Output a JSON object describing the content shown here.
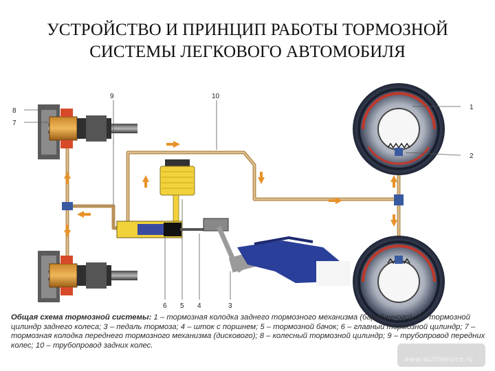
{
  "title": {
    "line1": "УСТРОЙСТВО И ПРИНЦИП РАБОТЫ ТОРМОЗНОЙ",
    "line2": "СИСТЕМЫ ЛЕГКОВОГО АВТОМОБИЛЯ"
  },
  "callouts": {
    "n1": "1",
    "n2": "2",
    "n3": "3",
    "n4": "4",
    "n5": "5",
    "n6": "6",
    "n7": "7",
    "n8": "8",
    "n9": "9",
    "n10": "10"
  },
  "caption": {
    "heading": "Общая схема тормозной системы:",
    "body": " 1 – тормозная колодка заднего тормозного механизма (барабанного); 2 – тормозной цилиндр заднего колеса; 3 – педаль тормоза; 4 – шток с поршнем; 5 – тормозной бачок; 6 – главный тормозной цилиндр; 7 – тормозная колодка переднего тормозного механизма (дискового); 8 – колесный тормозной цилиндр; 9 – трубопровод передних колес; 10 – трубопровод задних колес."
  },
  "watermark": "www.ss20service.ru",
  "colors": {
    "pipe": "#c8a26a",
    "arrow": "#e8922a",
    "fluid": "#f2d23a",
    "drum": "#2d3448",
    "brake_shoe": "#c0392b",
    "pedal": "#2a3f9a"
  }
}
